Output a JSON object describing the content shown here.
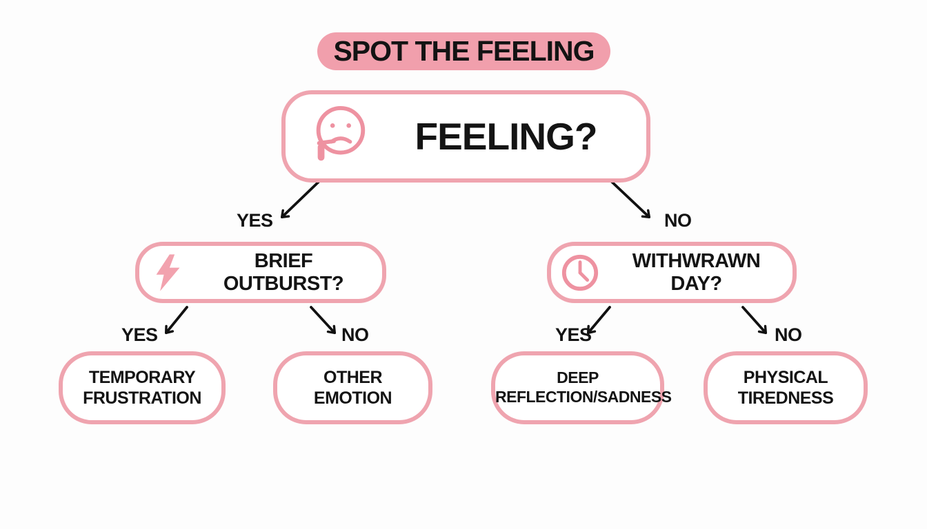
{
  "title": {
    "label": "SPOT THE FEELING"
  },
  "root": {
    "label": "FEELING?",
    "icon": "thinking-face-icon"
  },
  "nodes": {
    "outburst": {
      "label": "BRIEF OUTBURST?",
      "icon": "lightning-icon"
    },
    "withdrawn": {
      "label": "WITHWRAWN DAY?",
      "icon": "clock-icon"
    },
    "temporary_frustration": {
      "label": "TEMPORARY\nFRUSTRATION"
    },
    "other_emotion": {
      "label": "OTHER\nEMOTION"
    },
    "deep_reflection": {
      "label": "DEEP\nREFLECTION/SADNESS"
    },
    "physical_tiredness": {
      "label": "PHYSICAL\nTIREDNESS"
    }
  },
  "branches": {
    "root_yes": "YES",
    "root_no": "NO",
    "outburst_yes": "YES",
    "outburst_no": "NO",
    "withdrawn_yes": "YES",
    "withdrawn_no": "NO"
  },
  "colors": {
    "pink_border": "#efa4af",
    "pink_badge": "#f19fac",
    "icon_pink": "#ee92a1",
    "arrow_black": "#111111",
    "text_black": "#141414",
    "background": "#fdfdfd"
  }
}
